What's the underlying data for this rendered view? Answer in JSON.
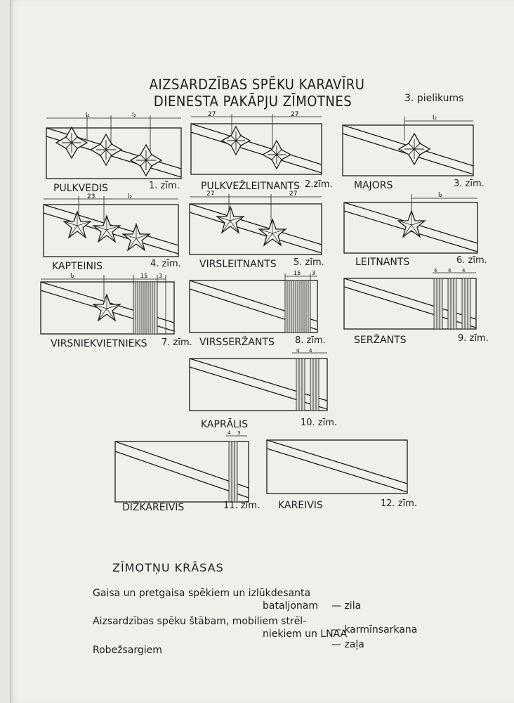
{
  "document": {
    "title_line1": "AIZSARDZĪBAS SPĒKU KARAVĪRU",
    "title_line2": "DIENESTA PAKĀPJU ZĪMOTNES",
    "appendix": "3. pielikums"
  },
  "insignia": [
    {
      "rank": "PULKVEDIS",
      "figure": "1. zīm.",
      "stars": 3,
      "star_type": "pattern",
      "stripes": 0
    },
    {
      "rank": "PULKVEŽLEITNANTS",
      "figure": "2.zīm.",
      "stars": 2,
      "star_type": "pattern",
      "stripes": 0
    },
    {
      "rank": "MAJORS",
      "figure": "3. zīm.",
      "stars": 1,
      "star_type": "pattern",
      "stripes": 0
    },
    {
      "rank": "KAPTEINIS",
      "figure": "4. zīm.",
      "stars": 3,
      "star_type": "five-point",
      "stripes": 0
    },
    {
      "rank": "VIRSLEITNANTS",
      "figure": "5. zīm.",
      "stars": 2,
      "star_type": "five-point",
      "stripes": 0
    },
    {
      "rank": "LEITNANTS",
      "figure": "6. zīm.",
      "stars": 1,
      "star_type": "five-point",
      "stripes": 0
    },
    {
      "rank": "VIRSNIEKVIETNIEKS",
      "figure": "7. zīm.",
      "stars": 1,
      "star_type": "five-point",
      "stripes": 1
    },
    {
      "rank": "VIRSSERŽANTS",
      "figure": "8. zīm.",
      "stars": 0,
      "star_type": "",
      "stripes": 1
    },
    {
      "rank": "SERŽANTS",
      "figure": "9. zīm.",
      "stars": 0,
      "star_type": "",
      "stripes": 3
    },
    {
      "rank": "KAPRĀLIS",
      "figure": "10. zīm.",
      "stars": 0,
      "star_type": "",
      "stripes": 2
    },
    {
      "rank": "DIŽKAREIVIS",
      "figure": "11. zīm.",
      "stars": 0,
      "star_type": "",
      "stripes": 1
    },
    {
      "rank": "KAREIVIS",
      "figure": "12. zīm.",
      "stars": 0,
      "star_type": "",
      "stripes": 0
    }
  ],
  "dimensions": {
    "l2": "l₂",
    "l1": "l₁",
    "d27": "27",
    "d23": "23",
    "d15": "15",
    "d4": "4",
    "d3": "3"
  },
  "colors_section": {
    "title": "ZĪMOTŅU KRĀSAS",
    "rows": [
      {
        "unit": "Gaisa un pretgaisa spēkiem un izlūkdesanta",
        "unit_cont": "bataljonam",
        "color": "— zila"
      },
      {
        "unit": "Aizsardzības spēku štābam, mobiliem strēl-",
        "unit_cont": "niekiem un LNAA",
        "color": "— karmīnsarkana"
      },
      {
        "unit": "Robežsargiem",
        "unit_cont": "",
        "color": "— zaļa"
      }
    ]
  }
}
